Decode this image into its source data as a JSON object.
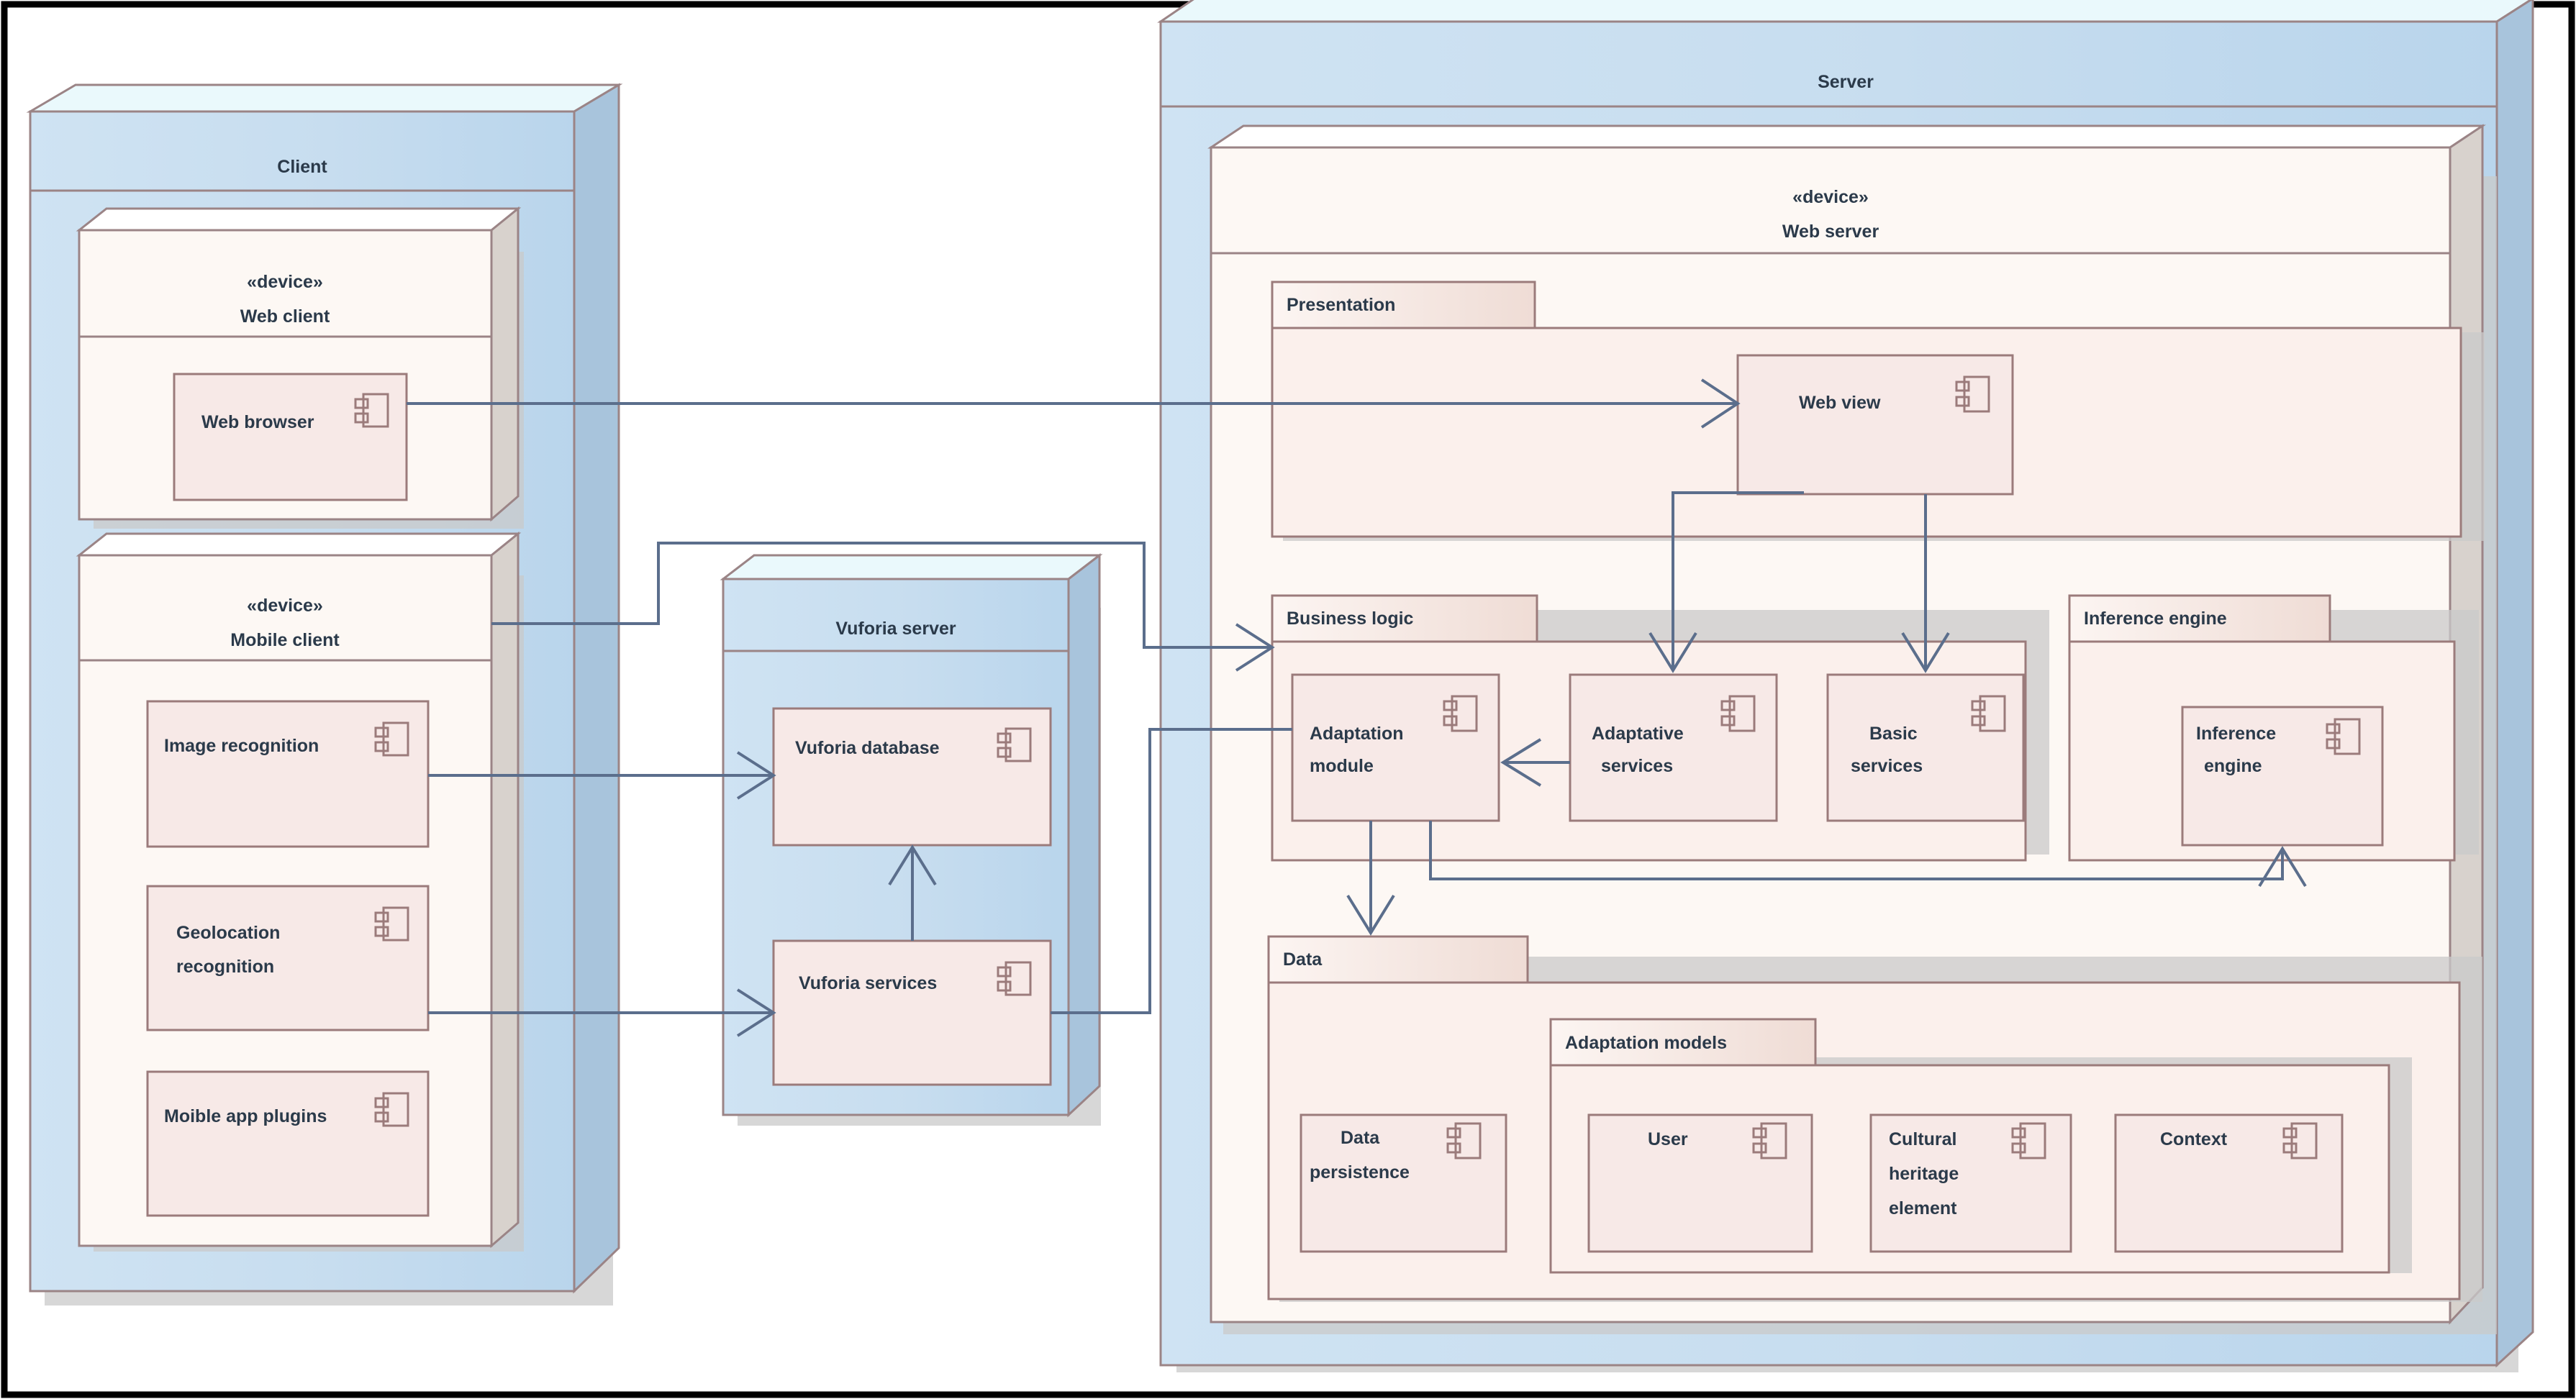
{
  "diagram": {
    "type": "uml-deployment-diagram",
    "frame_color": "#000000",
    "colors": {
      "node_fill": "#cce0f0",
      "node_top": "#eaf9fc",
      "device_fill": "#fdf8f4",
      "package_body": "#fbf0ec",
      "package_tab": "#f0ded8",
      "component_fill": "#f7e9e7",
      "border": "#9b7b7b",
      "connector": "#5b6e8c",
      "text": "#2b3a4a"
    }
  },
  "stereotype": "«device»",
  "nodes": {
    "client": {
      "label": "Client"
    },
    "server": {
      "label": "Server"
    },
    "vuforia_server": {
      "label": "Vuforia server"
    }
  },
  "devices": {
    "web_client": {
      "stereotype": "«device»",
      "label": "Web client"
    },
    "mobile_client": {
      "stereotype": "«device»",
      "label": "Mobile client"
    },
    "web_server": {
      "stereotype": "«device»",
      "label": "Web server"
    }
  },
  "packages": {
    "presentation": {
      "label": "Presentation"
    },
    "business_logic": {
      "label": "Business logic"
    },
    "inference_engine": {
      "label": "Inference engine"
    },
    "data": {
      "label": "Data"
    },
    "adaptation_models": {
      "label": "Adaptation models"
    }
  },
  "components": {
    "web_browser": {
      "label": "Web browser"
    },
    "image_recognition": {
      "label": "Image recognition"
    },
    "geolocation_recognition": {
      "label": "Geolocation\nrecognition",
      "line1": "Geolocation",
      "line2": "recognition"
    },
    "mobile_app_plugins": {
      "label": "Moible app plugins"
    },
    "vuforia_database": {
      "label": "Vuforia database"
    },
    "vuforia_services": {
      "label": "Vuforia services"
    },
    "web_view": {
      "label": "Web view"
    },
    "adaptation_module": {
      "line1": "Adaptation",
      "line2": "module"
    },
    "adaptative_services": {
      "line1": "Adaptative",
      "line2": "services"
    },
    "basic_services": {
      "line1": "Basic",
      "line2": "services"
    },
    "inference_engine_component": {
      "line1": "Inference",
      "line2": "engine"
    },
    "data_persistence": {
      "line1": "Data",
      "line2": "persistence"
    },
    "user": {
      "label": "User"
    },
    "cultural_heritage_element": {
      "line1": "Cultural",
      "line2": "heritage",
      "line3": "element"
    },
    "context": {
      "label": "Context"
    }
  },
  "icons": {
    "component_icon": "component-icon"
  },
  "connections": [
    {
      "from": "web_browser",
      "to": "web_view",
      "arrow": "open"
    },
    {
      "from": "image_recognition",
      "to": "vuforia_database",
      "arrow": "open"
    },
    {
      "from": "geolocation_recognition",
      "to": "vuforia_services",
      "arrow": "open"
    },
    {
      "from": "mobile_client",
      "to": "business_logic",
      "arrow": "open"
    },
    {
      "from": "vuforia_services",
      "to": "adaptation_module",
      "arrow": "none"
    },
    {
      "from": "vuforia_services",
      "to": "vuforia_database",
      "arrow": "open"
    },
    {
      "from": "web_view",
      "to": "adaptative_services",
      "arrow": "open"
    },
    {
      "from": "web_view",
      "to": "basic_services",
      "arrow": "open"
    },
    {
      "from": "adaptative_services",
      "to": "adaptation_module",
      "arrow": "open"
    },
    {
      "from": "adaptation_module",
      "to": "data",
      "arrow": "open"
    },
    {
      "from": "adaptation_module",
      "to": "inference_engine_component",
      "arrow": "open"
    }
  ]
}
